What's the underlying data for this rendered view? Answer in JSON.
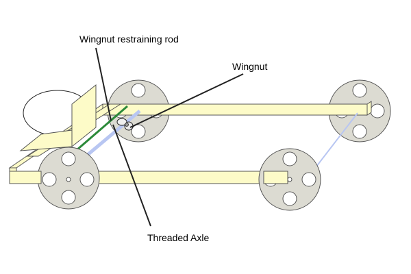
{
  "labels": {
    "restraining_rod": "Wingnut restraining rod",
    "wingnut": "Wingnut",
    "threaded_axle": "Threaded Axle"
  },
  "colors": {
    "wood": "#fdfbc8",
    "wheel": "#dcdbd2",
    "axle": "#b8c6f2",
    "restraining_rod": "#2c8a3a",
    "leader_line": "#222222"
  }
}
